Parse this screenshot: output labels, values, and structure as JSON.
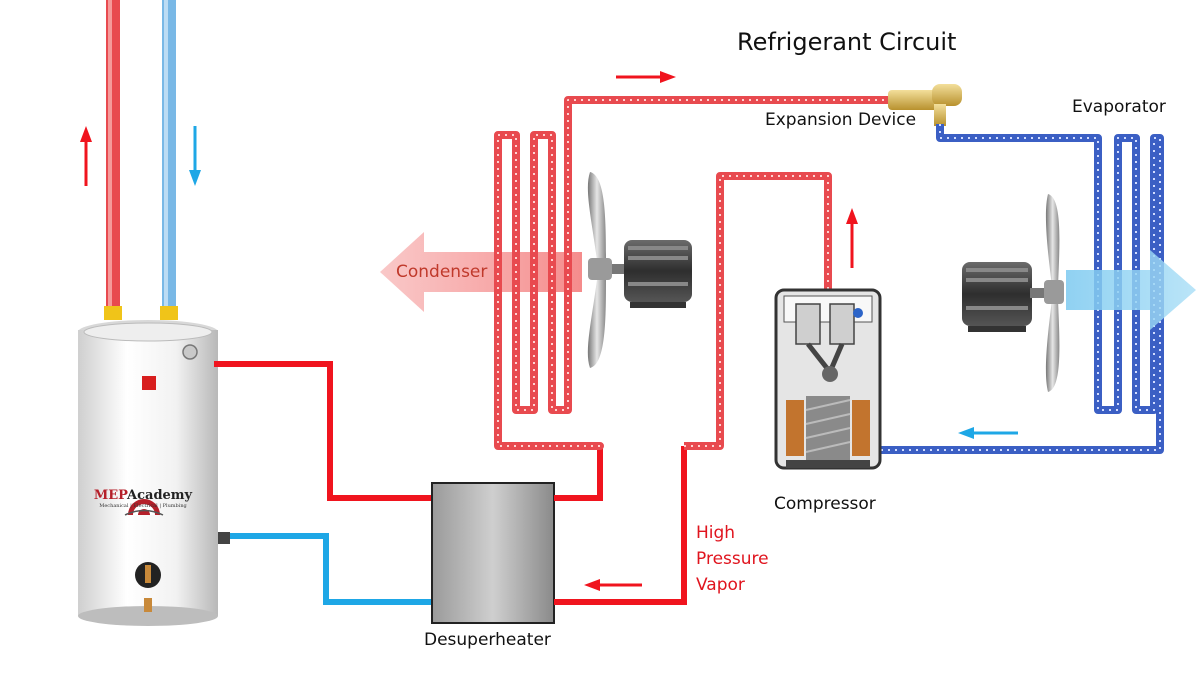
{
  "title": "Refrigerant Circuit",
  "labels": {
    "expansion_device": "Expansion Device",
    "evaporator": "Evaporator",
    "condenser": "Condenser",
    "compressor": "Compressor",
    "desuperheater": "Desuperheater",
    "high_pressure_vapor": [
      "High",
      "Pressure",
      "Vapor"
    ]
  },
  "logo": {
    "brand_prefix": "MEP",
    "brand_suffix": "Academy",
    "tagline": "Mechanical | Electrical | Plumbing"
  },
  "colors": {
    "hot_line": "#f0141e",
    "cold_line": "#1ea7e6",
    "refrigerant_hot": "#e84a4f",
    "refrigerant_cold": "#3b5fc4",
    "condenser_air": "#f6a9a9",
    "evaporator_air": "#8fd3f3",
    "label_red": "#e0141e"
  }
}
